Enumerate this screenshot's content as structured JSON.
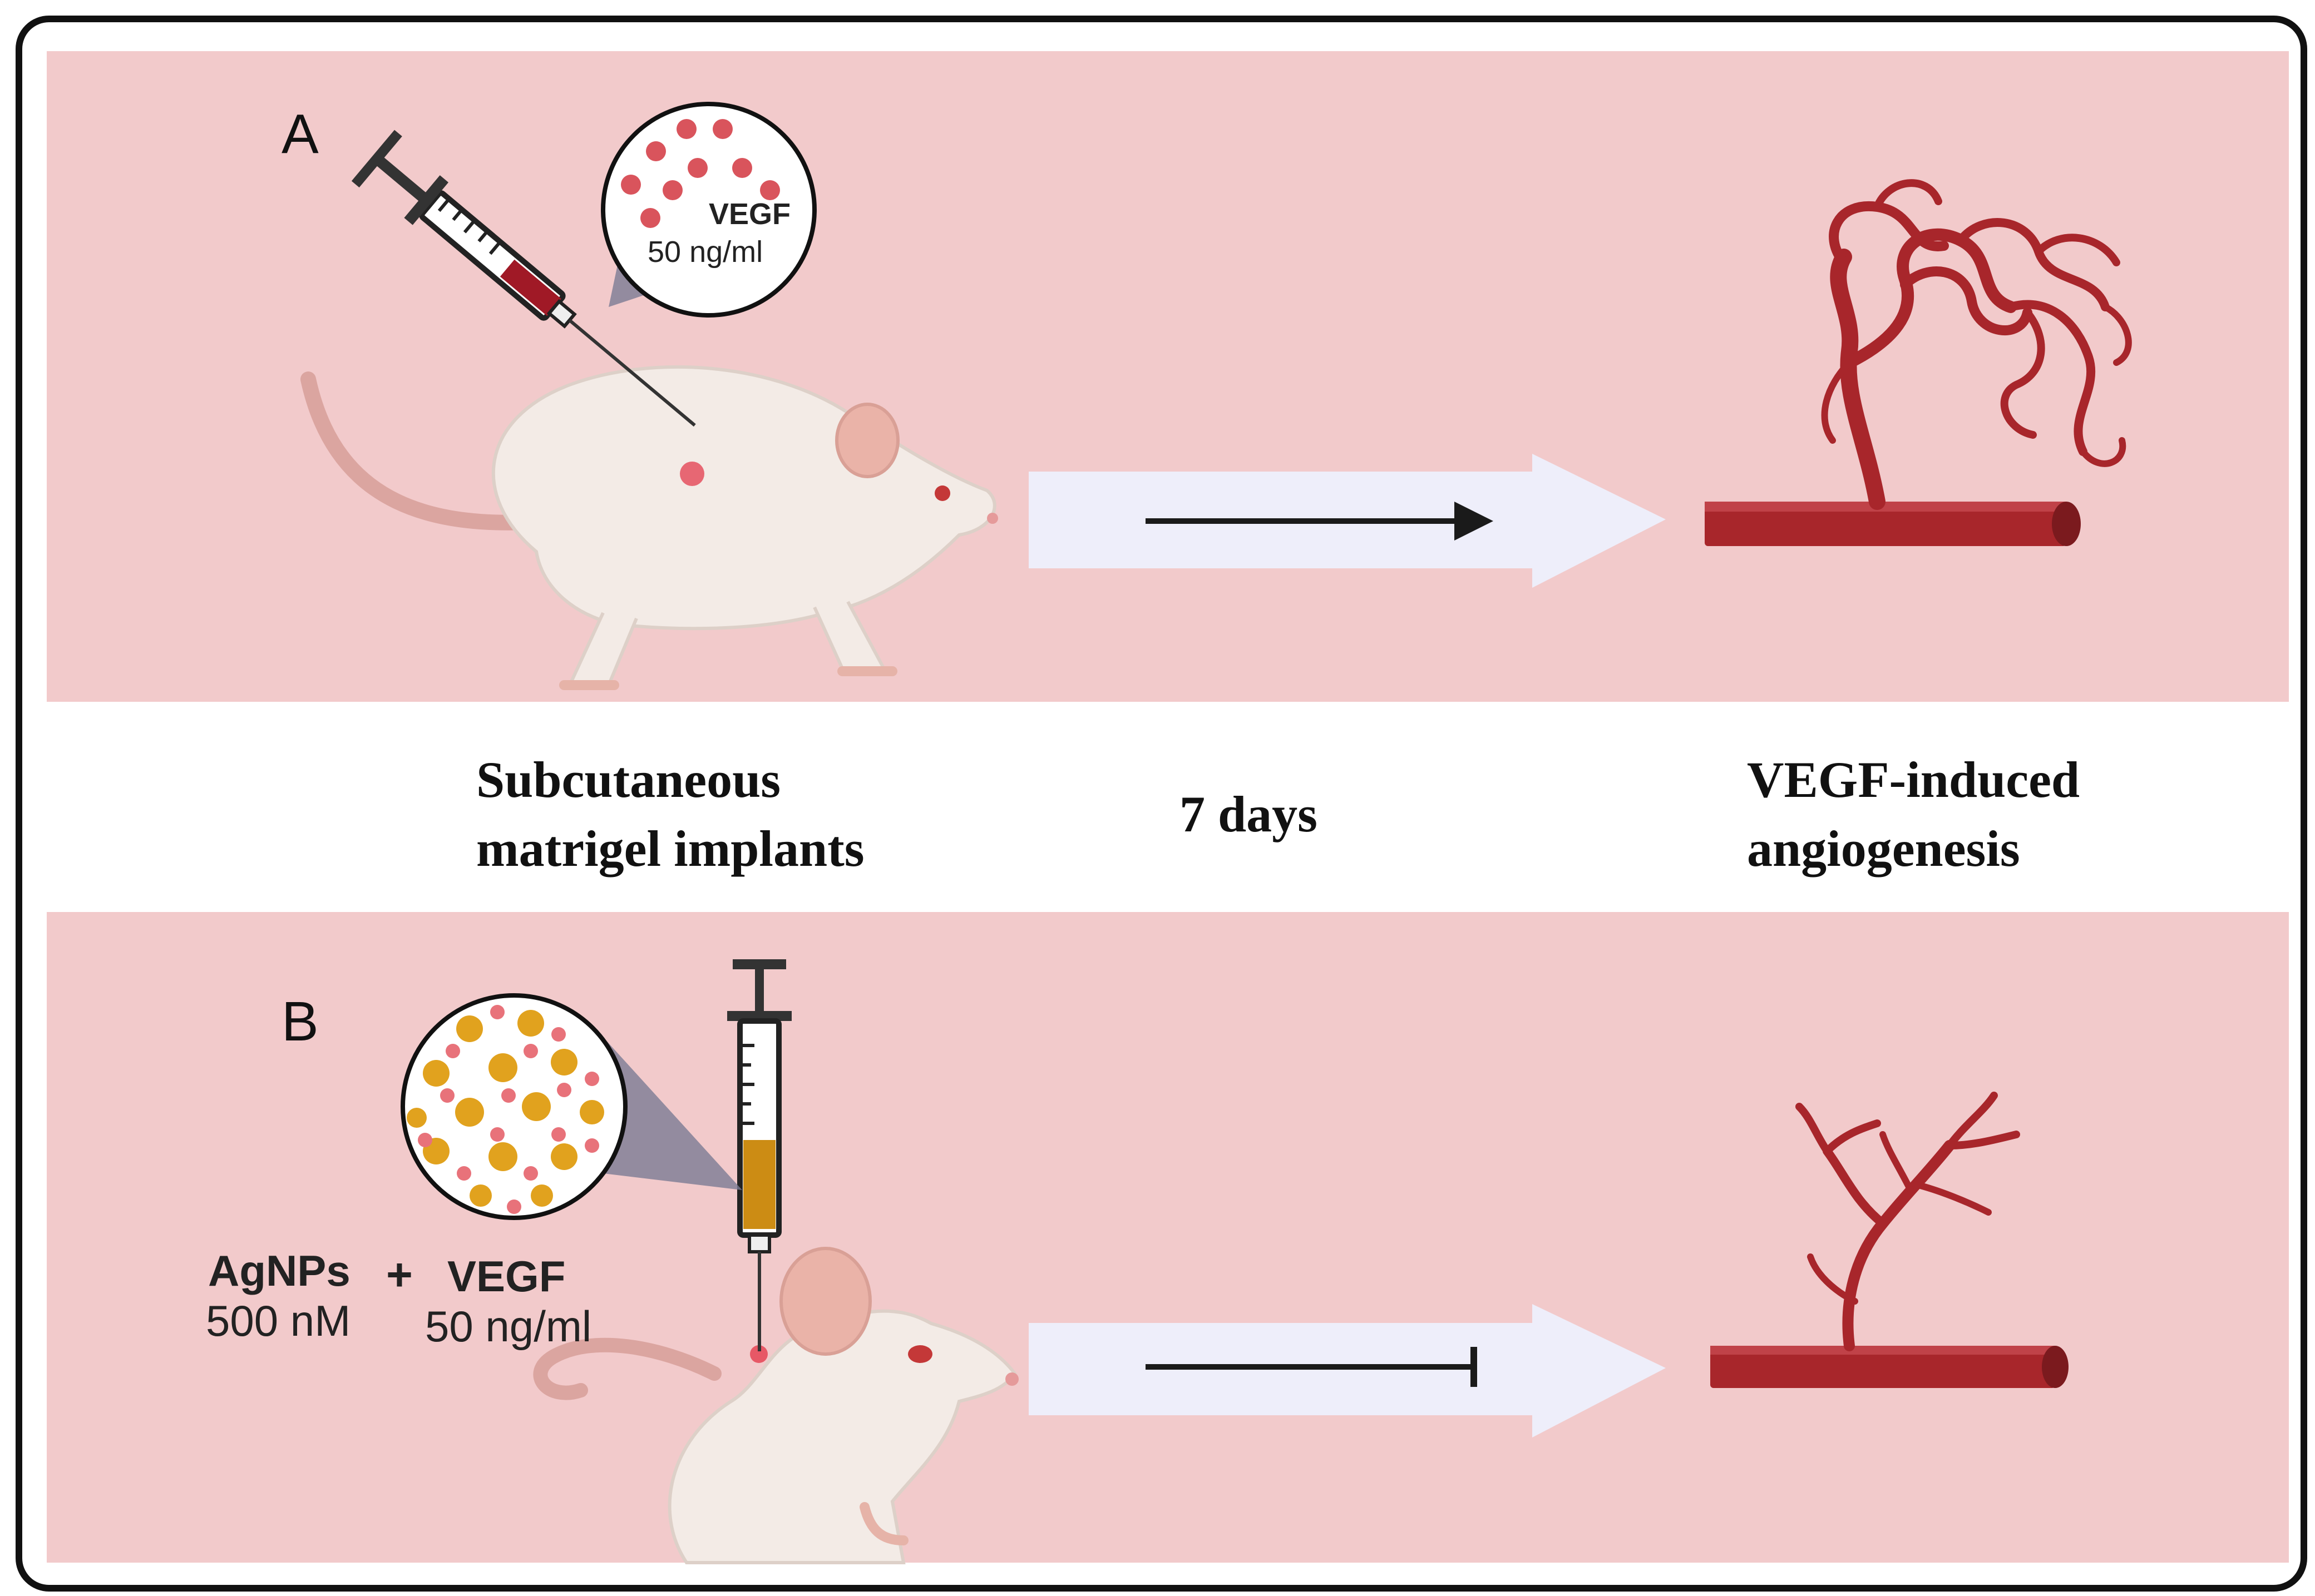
{
  "panels": {
    "a": {
      "letter": "A",
      "inset_label": "VEGF",
      "inset_concentration": "50 ng/ml"
    },
    "b": {
      "letter": "B",
      "agnps_label": "AgNPs",
      "agnps_concentration": "500 nM",
      "plus": "+",
      "vegf_label": "VEGF",
      "vegf_concentration": "50 ng/ml"
    }
  },
  "captions": {
    "left": [
      "Subcutaneous",
      "matrigel implants"
    ],
    "middle": "7 days",
    "right": [
      "VEGF-induced",
      "angiogenesis"
    ]
  },
  "colors": {
    "panel_background": "#f2cacb",
    "vessel": "#a8262b",
    "arrow": "#eeeefa",
    "vegf_particle": "#d9545c",
    "agnp_particle": "#e1a21e"
  }
}
